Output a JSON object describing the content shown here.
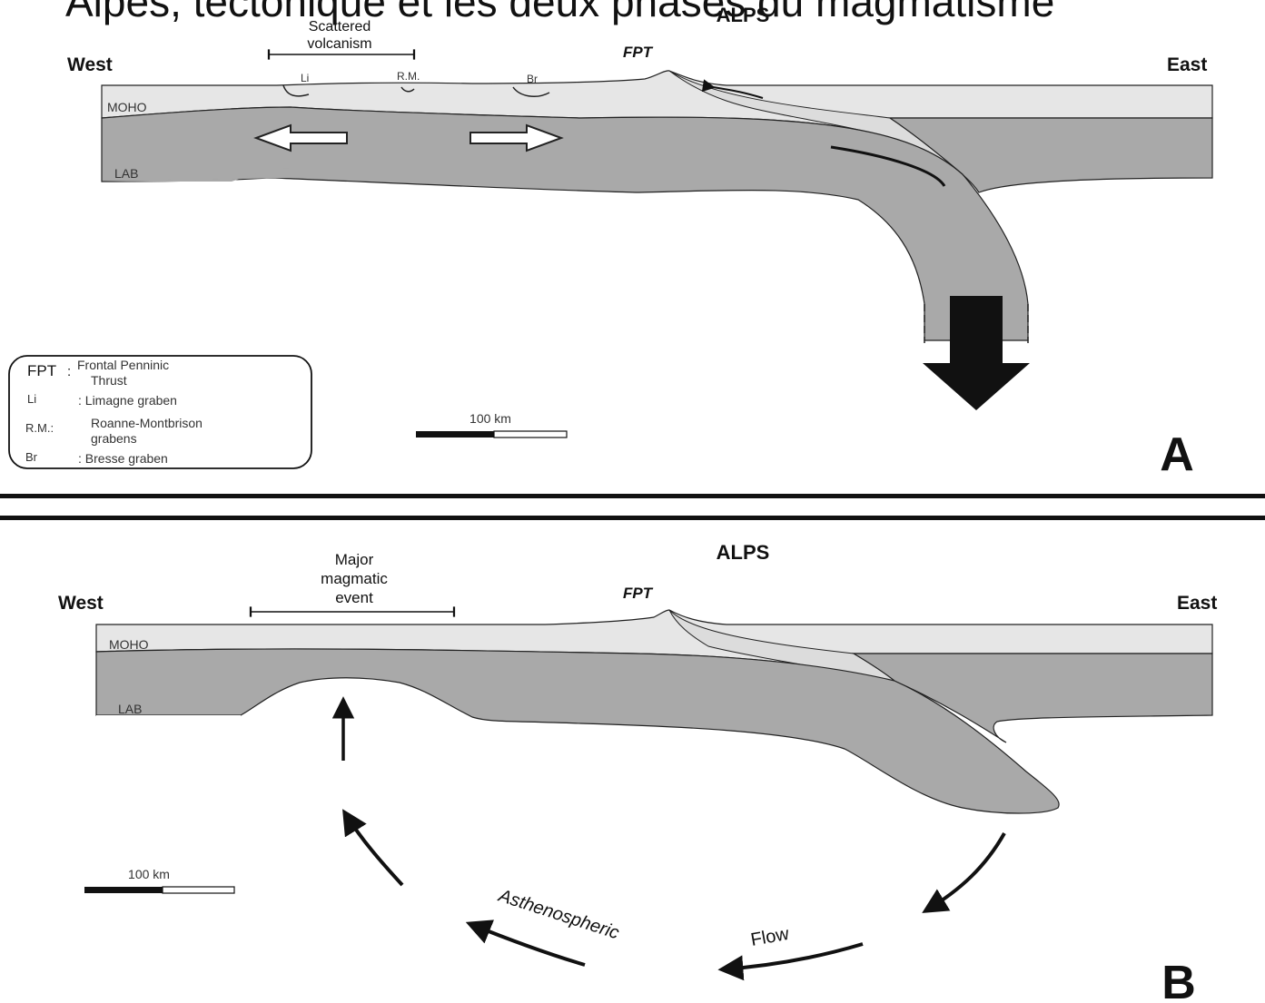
{
  "header_partial": "Alpes, tectonique et les deux phases du magmatisme",
  "panel_a": {
    "alps": "ALPS",
    "west": "West",
    "east": "East",
    "fpt": "FPT",
    "moho": "MOHO",
    "lab": "LAB",
    "volc_line1": "Scattered",
    "volc_line2": "volcanism",
    "li": "Li",
    "rm": "R.M.",
    "br": "Br",
    "scale": "100 km",
    "panel_letter": "A",
    "legend": {
      "fpt_abbr": "FPT",
      "fpt_sep": ":",
      "fpt_desc1": "Frontal Penninic",
      "fpt_desc2": "Thrust",
      "li_abbr": "Li",
      "li_desc": ": Limagne graben",
      "rm_abbr": "R.M.:",
      "rm_desc1": "Roanne-Montbrison",
      "rm_desc2": "grabens",
      "br_abbr": "Br",
      "br_desc": ": Bresse graben"
    }
  },
  "panel_b": {
    "alps": "ALPS",
    "west": "West",
    "east": "East",
    "fpt": "FPT",
    "moho": "MOHO",
    "lab": "LAB",
    "event_line1": "Major",
    "event_line2": "magmatic",
    "event_line3": "event",
    "flow_word1": "Asthenospheric",
    "flow_word2": "Flow",
    "scale": "100 km",
    "panel_letter": "B"
  },
  "colors": {
    "crust": "#e6e6e6",
    "mantle_lithosphere": "#a9a9a9",
    "ink": "#111111"
  }
}
